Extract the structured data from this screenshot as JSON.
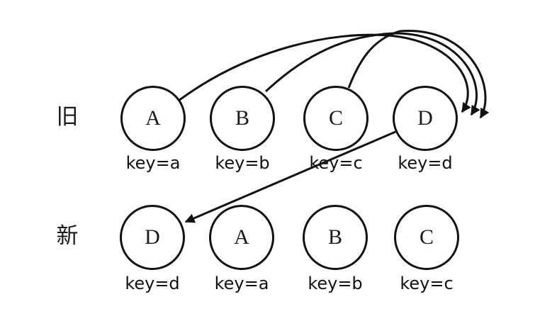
{
  "canvas": {
    "background_color": "#ffffff",
    "stroke_color": "#111111"
  },
  "rows": [
    {
      "label": "旧",
      "meaning": "old list",
      "nodes": [
        {
          "letter": "A",
          "key": "key=a"
        },
        {
          "letter": "B",
          "key": "key=b"
        },
        {
          "letter": "C",
          "key": "key=c"
        },
        {
          "letter": "D",
          "key": "key=d"
        }
      ]
    },
    {
      "label": "新",
      "meaning": "new list",
      "nodes": [
        {
          "letter": "D",
          "key": "key=d"
        },
        {
          "letter": "A",
          "key": "key=a"
        },
        {
          "letter": "B",
          "key": "key=b"
        },
        {
          "letter": "C",
          "key": "key=c"
        }
      ]
    }
  ],
  "edges": [
    {
      "from": "old-node-a",
      "to": "position-after-old-node-d",
      "type": "curved-arrow"
    },
    {
      "from": "old-node-b",
      "to": "position-after-old-node-d",
      "type": "curved-arrow"
    },
    {
      "from": "old-node-c",
      "to": "position-after-old-node-d",
      "type": "curved-arrow"
    },
    {
      "from": "old-node-d",
      "to": "new-node-d",
      "type": "straight-arrow"
    }
  ]
}
